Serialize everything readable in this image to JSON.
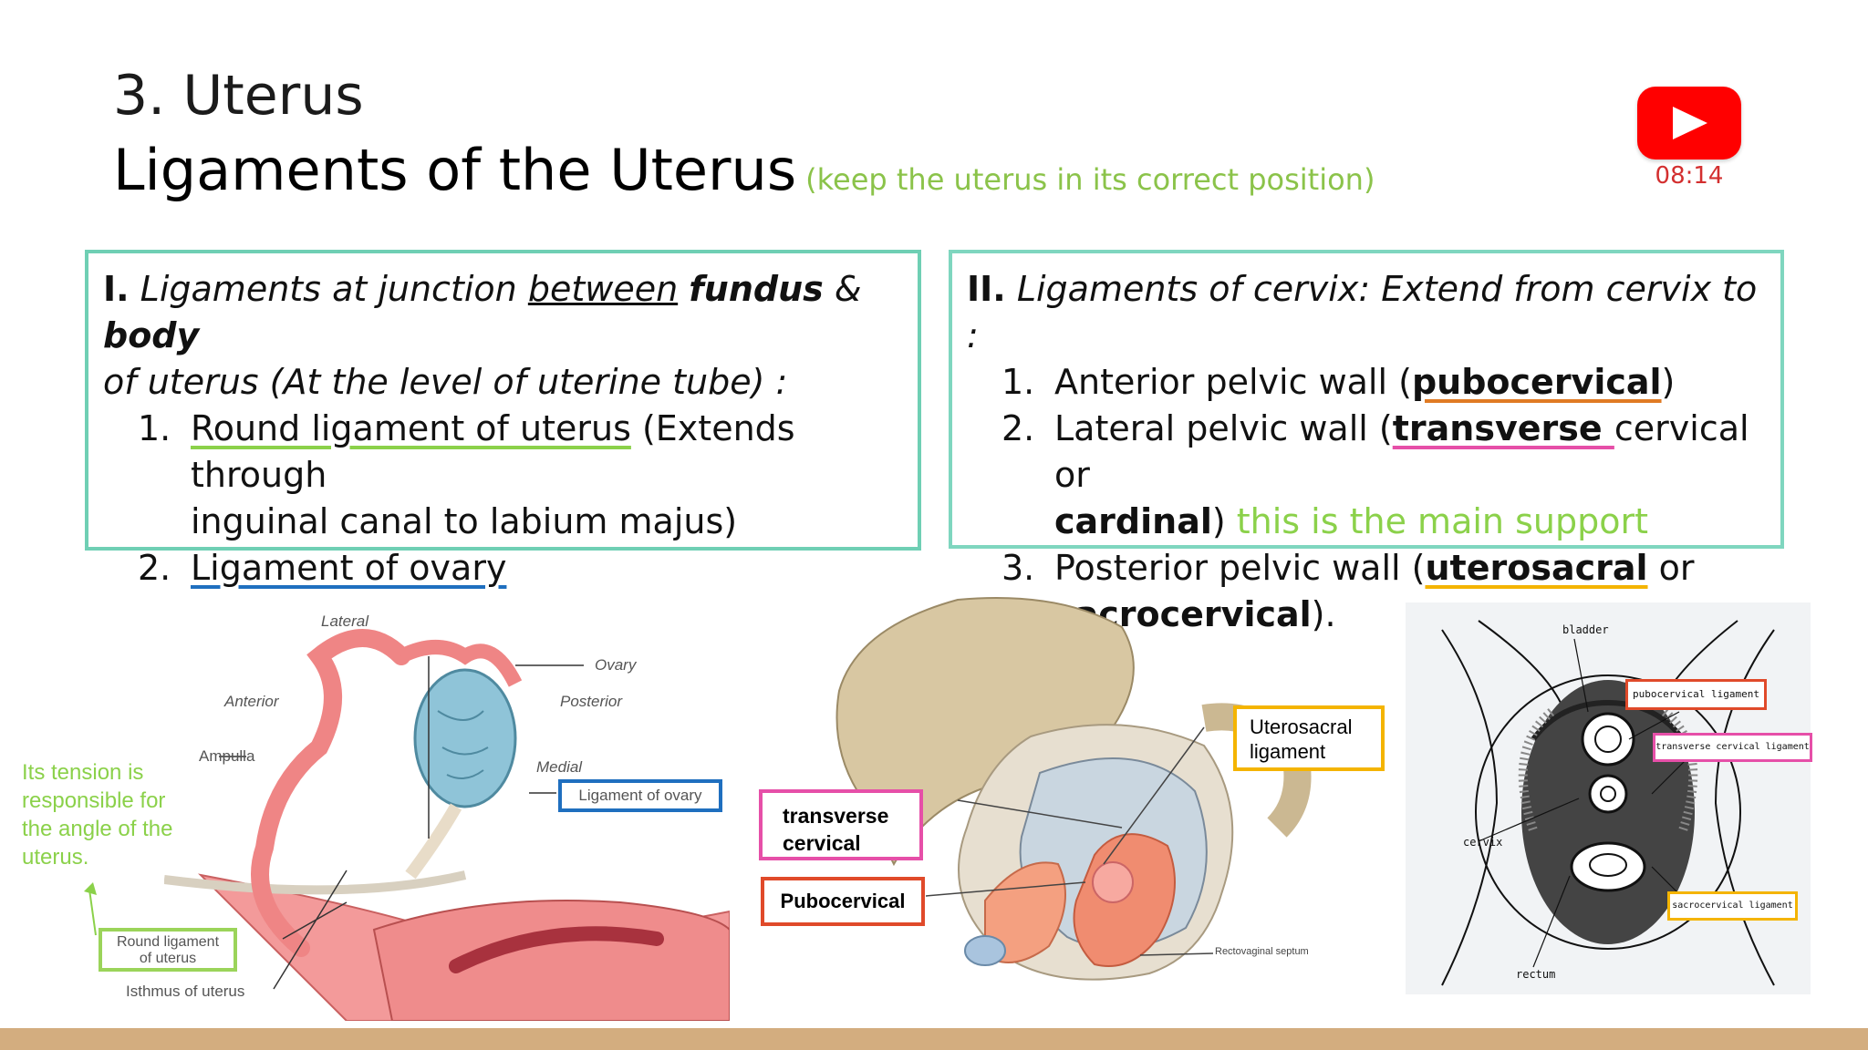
{
  "header": {
    "page_title": "3. Uterus",
    "main_title": "Ligaments of the Uterus",
    "subtitle": "(keep the uterus in its correct position)"
  },
  "video": {
    "icon": "youtube-play-icon",
    "time": "08:14"
  },
  "left_box": {
    "head_prefix": "I.",
    "head_part1": "Ligaments at junction",
    "head_between": "between",
    "head_fundus": "fundus",
    "head_amp": "&",
    "head_body": "body",
    "head_line2": "of uterus (At the level of uterine tube) :",
    "items": [
      {
        "num": "1.",
        "underlined": "Round ligament of uterus",
        "rest": "(Extends  through",
        "line2": "inguinal canal to labium majus)"
      },
      {
        "num": "2.",
        "underlined": "Ligament of ovary"
      }
    ]
  },
  "right_box": {
    "head_prefix": "II.",
    "head_text": "Ligaments of cervix:  Extend from cervix to :",
    "items": [
      {
        "num": "1.",
        "pre": "Anterior pelvic wall (",
        "key": "pubocervical",
        "post": ")"
      },
      {
        "num": "2.",
        "pre": "Lateral pelvic wall (",
        "key": "transverse ",
        "post": "cervical  or",
        "line2_bold": "cardinal",
        "line2_rest": ")",
        "note": " this is the main support"
      },
      {
        "num": "3.",
        "pre": "Posterior pelvic wall (",
        "key": "uterosacral",
        "post": " or",
        "line2_bold": "sacrocervical",
        "line2_rest": ")."
      }
    ]
  },
  "figure1": {
    "labels": {
      "lateral": "Lateral",
      "ovary": "Ovary",
      "anterior": "Anterior",
      "posterior": "Posterior",
      "ampulla": "Ampulla",
      "medial": "Medial",
      "ligament_of_ovary": "Ligament of ovary",
      "round_ligament_1": "Round ligament",
      "round_ligament_2": "of uterus",
      "isthmus": "Isthmus of uterus"
    },
    "note": "Its tension is responsible for the angle of the uterus."
  },
  "figure2": {
    "labels": {
      "uterosacral_1": "Uterosacral",
      "uterosacral_2": "ligament",
      "transverse_1": "transverse",
      "transverse_2": "cervical",
      "pubocervical": "Pubocervical",
      "rectovaginal": "Rectovaginal septum"
    }
  },
  "figure3": {
    "labels": {
      "bladder": "bladder",
      "pubocervical_ligament": "pubocervical ligament",
      "transverse_cervical_ligament": "transverse cervical ligament",
      "cervix": "cervix",
      "sacrocervical_ligament": "sacrocervical ligament",
      "rectum": "rectum"
    }
  },
  "colors": {
    "box_border": "#6fcfb4",
    "green": "#8bd14a",
    "blue": "#1f6fbf",
    "orange": "#e07b24",
    "pink": "#e64fa8",
    "yellow": "#f4b400",
    "red_label": "#e04a2a",
    "footer": "#d3ad7f"
  }
}
